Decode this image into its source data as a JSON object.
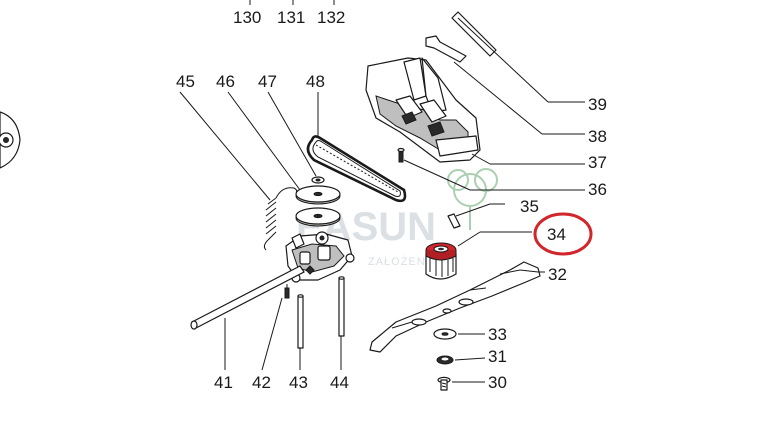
{
  "diagram": {
    "callouts": {
      "c130": "130",
      "c131": "131",
      "c132": "132",
      "c45": "45",
      "c46": "46",
      "c47": "47",
      "c48": "48",
      "c39": "39",
      "c38": "38",
      "c37": "37",
      "c36": "36",
      "c35": "35",
      "c34": "34",
      "c32": "32",
      "c33": "33",
      "c31": "31",
      "c30": "30",
      "c41": "41",
      "c42": "42",
      "c43": "43",
      "c44": "44"
    },
    "highlight": {
      "callout": "34",
      "color": "#d0262c"
    },
    "pulley_color": "#d0262c",
    "watermark": {
      "main": "EASUN",
      "sub": "ZAŁOŻENIA",
      "color": "#cfd6dc",
      "tree_color": "#8fbf96"
    }
  }
}
